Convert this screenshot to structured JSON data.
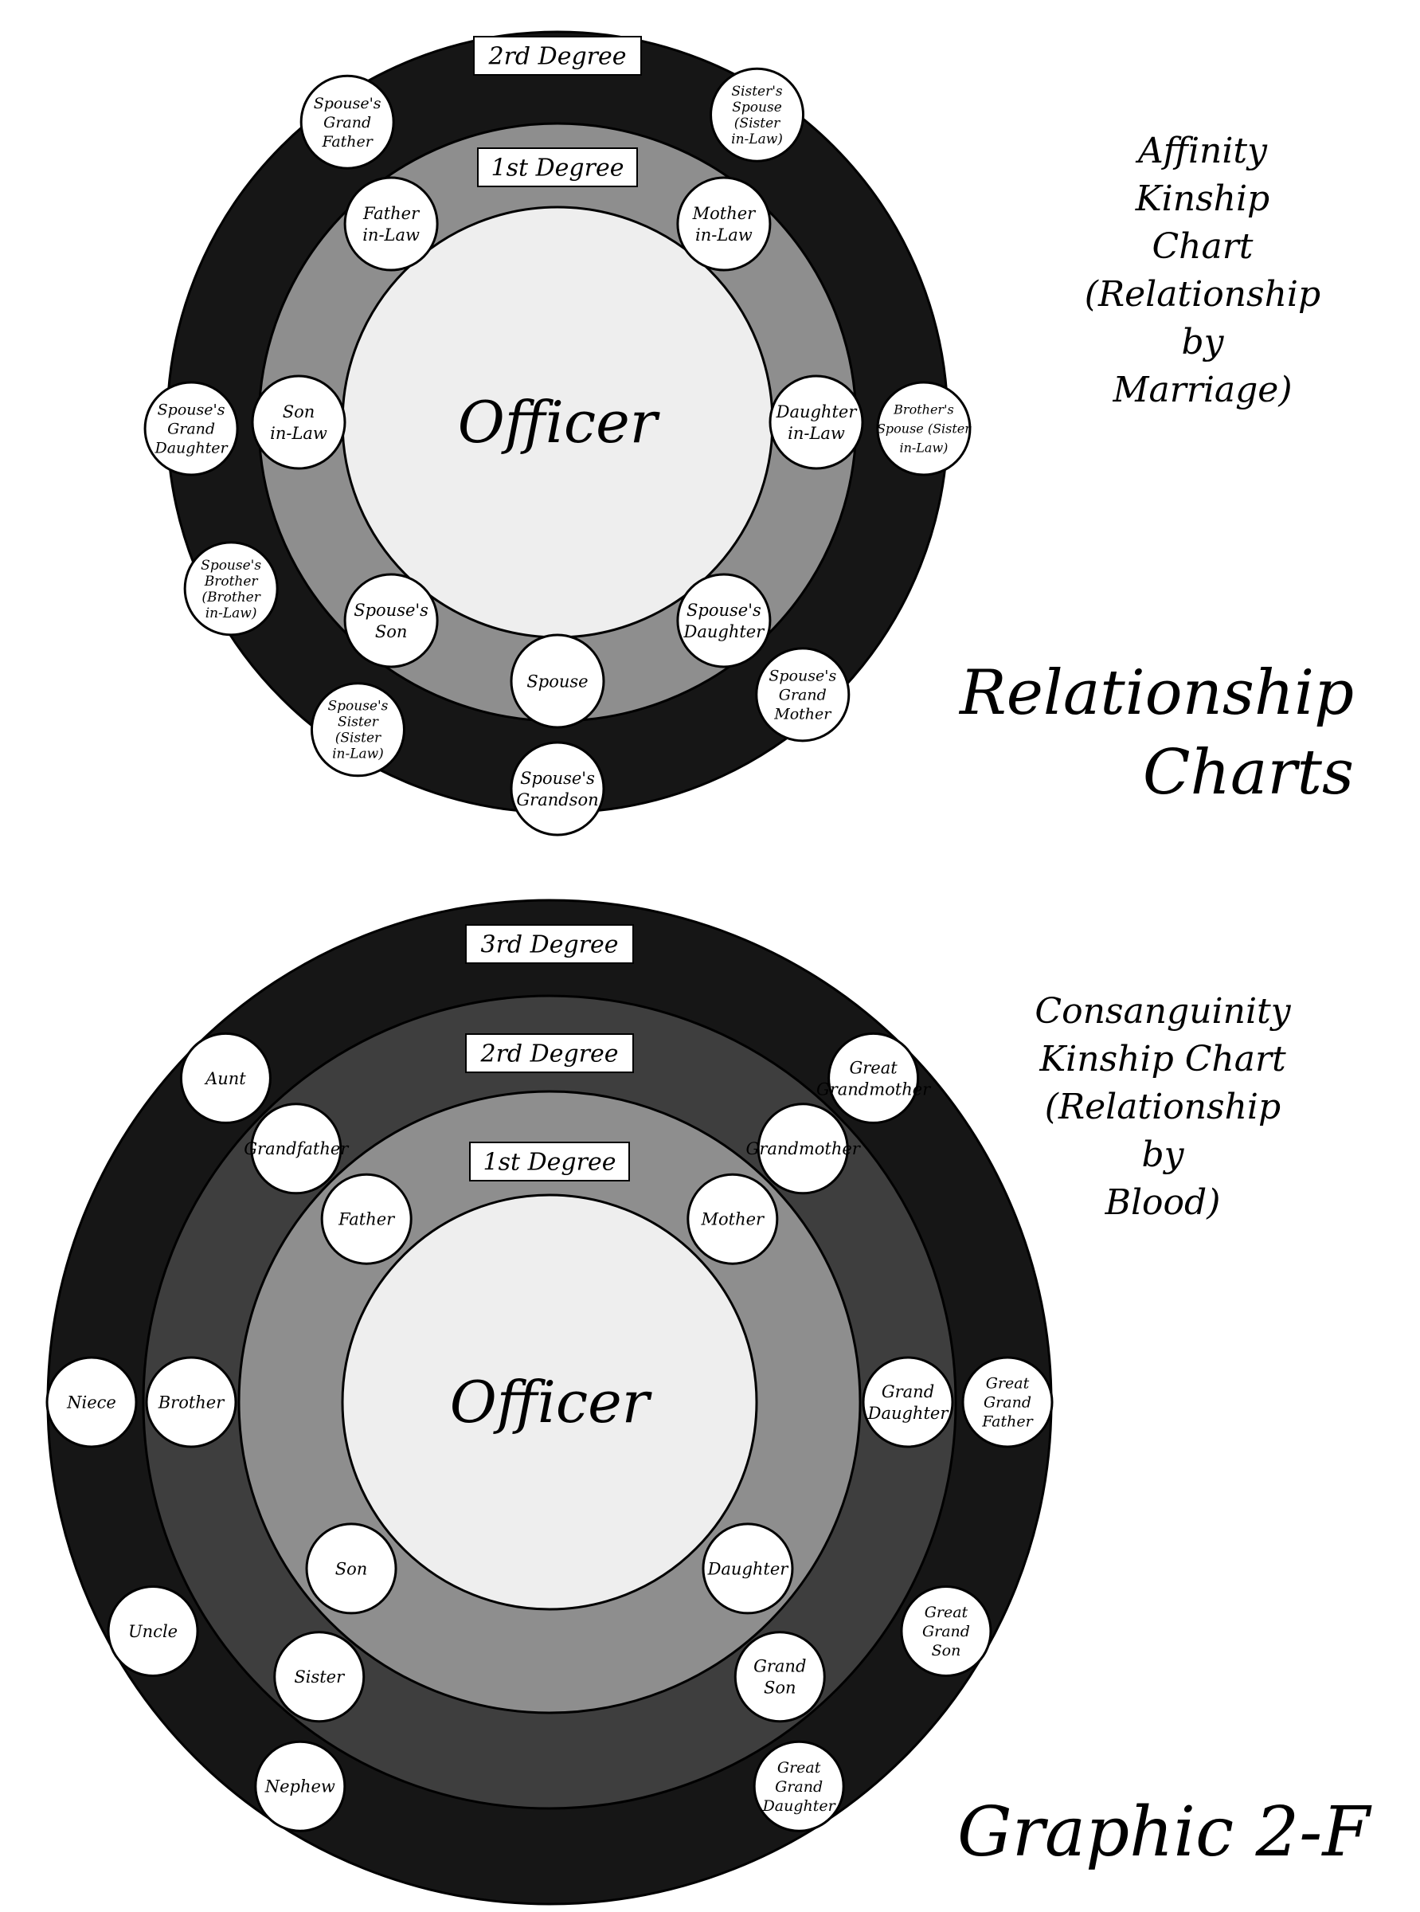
{
  "affinity": {
    "center": "Officer",
    "degree_labels": [
      "2rd Degree",
      "1st Degree"
    ],
    "nodes": [
      {
        "text": "Spouse's\nGrand\nFather",
        "ring": 2,
        "angle": -35
      },
      {
        "text": "Sister's\nSpouse\n(Sister\nin-Law)",
        "ring": 2,
        "angle": 33
      },
      {
        "text": "Spouse's\nGrand\nDaughter",
        "ring": 2,
        "angle": -91
      },
      {
        "text": "Brother's\nSpouse (Sister\nin-Law)",
        "ring": 2,
        "angle": 91
      },
      {
        "text": "Spouse's\nBrother\n(Brother\nin-Law)",
        "ring": 2,
        "angle": -117
      },
      {
        "text": "Spouse's\nSister\n(Sister\nin-Law)",
        "ring": 2,
        "angle": -147
      },
      {
        "text": "Spouse's\nGrand\nMother",
        "ring": 2,
        "angle": 138
      },
      {
        "text": "Spouse's\nGrandson",
        "ring": 2,
        "angle": 180
      },
      {
        "text": "Father\nin-Law",
        "ring": 1,
        "angle": -40
      },
      {
        "text": "Mother\nin-Law",
        "ring": 1,
        "angle": 40
      },
      {
        "text": "Son\nin-Law",
        "ring": 1,
        "angle": -90
      },
      {
        "text": "Daughter\nin-Law",
        "ring": 1,
        "angle": 90
      },
      {
        "text": "Spouse's\nSon",
        "ring": 1,
        "angle": -140
      },
      {
        "text": "Spouse's\nDaughter",
        "ring": 1,
        "angle": 140
      },
      {
        "text": "Spouse",
        "ring": 1,
        "angle": 180
      }
    ]
  },
  "consanguinity": {
    "center": "Officer",
    "degree_labels": [
      "3rd Degree",
      "2rd Degree",
      "1st Degree"
    ],
    "nodes": [
      {
        "text": "Aunt",
        "ring": 3,
        "angle": -45
      },
      {
        "text": "Great\nGrandmother",
        "ring": 3,
        "angle": 45
      },
      {
        "text": "Niece",
        "ring": 3,
        "angle": -90
      },
      {
        "text": "Great\nGrand\nFather",
        "ring": 3,
        "angle": 90
      },
      {
        "text": "Uncle",
        "ring": 3,
        "angle": -120
      },
      {
        "text": "Great\nGrand\nSon",
        "ring": 3,
        "angle": 120
      },
      {
        "text": "Nephew",
        "ring": 3,
        "angle": -147
      },
      {
        "text": "Great\nGrand\nDaughter",
        "ring": 3,
        "angle": 147
      },
      {
        "text": "Grandfather",
        "ring": 2,
        "angle": -45
      },
      {
        "text": "Grandmother",
        "ring": 2,
        "angle": 45
      },
      {
        "text": "Brother",
        "ring": 2,
        "angle": -90
      },
      {
        "text": "Grand\nDaughter",
        "ring": 2,
        "angle": 90
      },
      {
        "text": "Sister",
        "ring": 2,
        "angle": -140
      },
      {
        "text": "Grand\nSon",
        "ring": 2,
        "angle": 140
      },
      {
        "text": "Father",
        "ring": 1,
        "angle": -45
      },
      {
        "text": "Mother",
        "ring": 1,
        "angle": 45
      },
      {
        "text": "Son",
        "ring": 1,
        "angle": -130
      },
      {
        "text": "Daughter",
        "ring": 1,
        "angle": 130
      }
    ]
  },
  "captions": {
    "affinity": "Affinity\nKinship\nChart\n(Relationship\nby\nMarriage)",
    "consanguinity": "Consanguinity\nKinship Chart\n(Relationship\nby\nBlood)",
    "section": "Relationship\nCharts",
    "graphic": "Graphic 2-F"
  },
  "colors": {
    "outer": "#161616",
    "middle": "#8e8e8e",
    "middle_dark": "#3e3e3e",
    "inner": "#8e8e8e",
    "core": "#eeeeee",
    "node": "#ffffff"
  }
}
